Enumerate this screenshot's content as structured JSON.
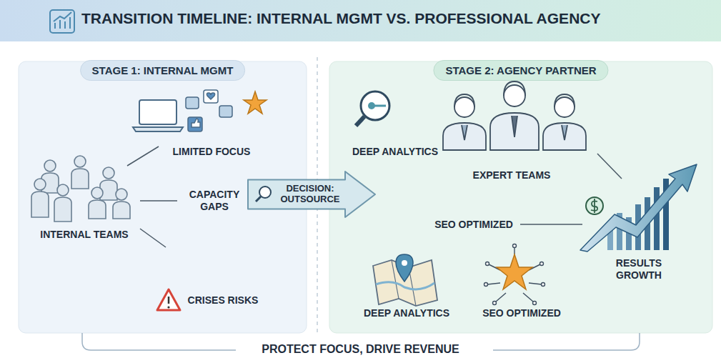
{
  "diagram": {
    "title": "TRANSITION TIMELINE: INTERNAL MGMT VS. PROFESSIONAL AGENCY",
    "caption": "PROTECT FOCUS, DRIVE REVENUE",
    "nodes": [
      {
        "text": [
          "STAGE 1: INTERNAL MGMT"
        ]
      },
      {
        "text": [
          "STAGE 2: AGENCY PARTNER"
        ]
      },
      {
        "text": [
          "DECISION: OUTSOURCE"
        ]
      }
    ],
    "labels": [
      "LIMITED FOCUS",
      "CAPACITY GAPS",
      "INTERNAL TEAMS",
      "CRISES RISKS",
      "DEEP ANALYTICS",
      "EXPERT TEAMS",
      "SEO OPTIMIZED",
      "RESULTS GROWTH",
      "DEEP ANALYTICS",
      "SEO OPTIMIZED"
    ]
  }
}
